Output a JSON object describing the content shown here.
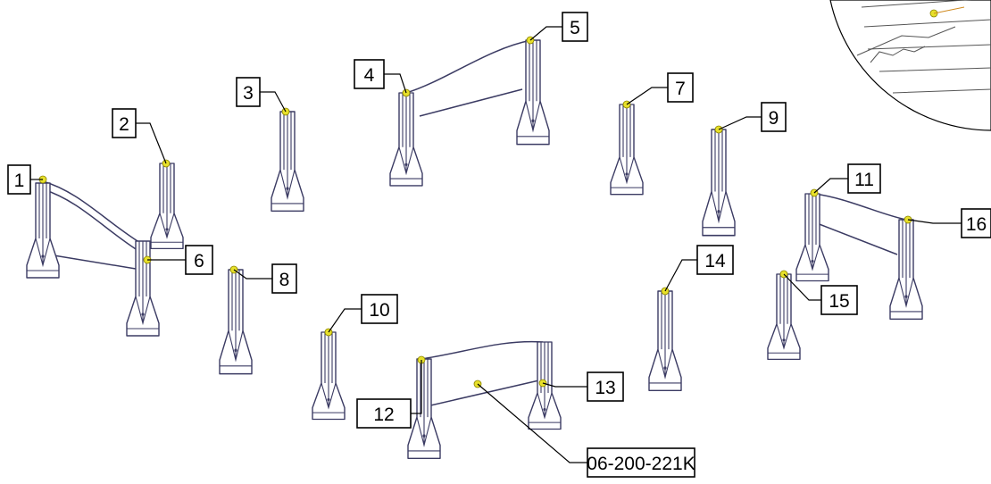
{
  "callouts": {
    "c1": "1",
    "c2": "2",
    "c3": "3",
    "c4": "4",
    "c5": "5",
    "c6": "6",
    "c7": "7",
    "c8": "8",
    "c9": "9",
    "c10": "10",
    "c11": "11",
    "c12": "12",
    "c13": "13",
    "c14": "14",
    "c15": "15",
    "c16": "16",
    "part": "06-200-221K"
  },
  "colors": {
    "marker": "#e7e02a",
    "outline": "#3b3b63"
  }
}
